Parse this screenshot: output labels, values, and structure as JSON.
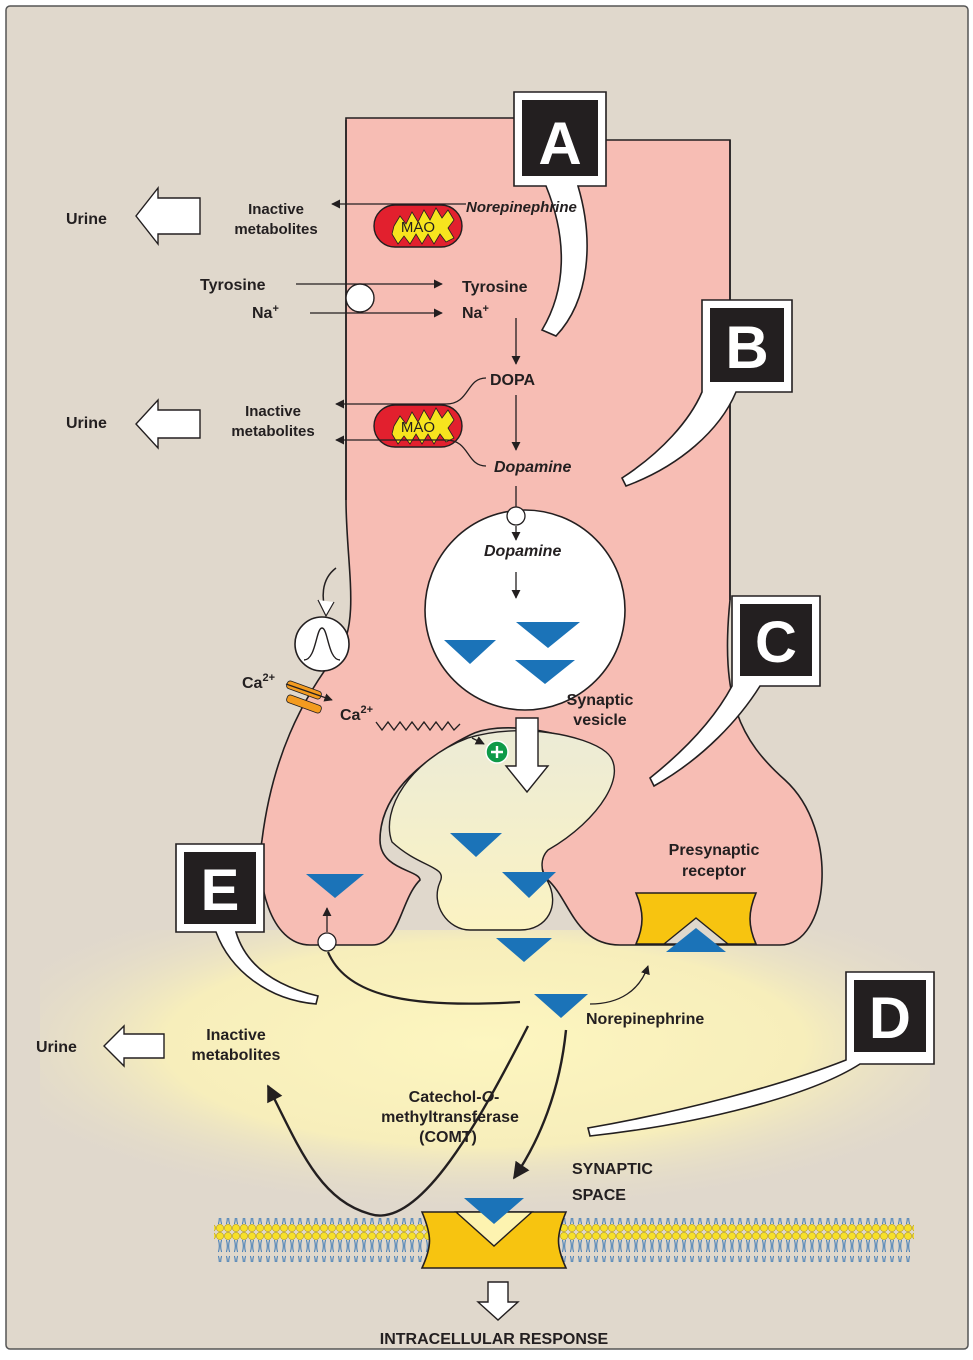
{
  "steps": [
    "A",
    "B",
    "C",
    "D",
    "E"
  ],
  "labels": {
    "urine": "Urine",
    "inactive_line1": "Inactive",
    "inactive_line2": "metabolites",
    "norepinephrine_top": "Norepinephrine",
    "mao": "MAO",
    "tyrosine": "Tyrosine",
    "na": "Na",
    "plus_sup": "+",
    "dopa": "DOPA",
    "dopamine": "Dopamine",
    "ca": "Ca",
    "ca_sup": "2+",
    "synaptic_vesicle_1": "Synaptic",
    "synaptic_vesicle_2": "vesicle",
    "presynaptic_1": "Presynaptic",
    "presynaptic_2": "receptor",
    "norepinephrine": "Norepinephrine",
    "comt_1a": "Catechol-",
    "comt_1b": "O",
    "comt_1c": "-",
    "comt_2": "methyltransferase",
    "comt_3": "(COMT)",
    "synaptic_space_1": "SYNAPTIC",
    "synaptic_space_2": "SPACE",
    "intracellular": "INTRACELLULAR RESPONSE"
  },
  "colors": {
    "background": "#e0d8cc",
    "neuron": "#f7bdb4",
    "cleft_glow": "#fdf3b0",
    "transmitter": "#1b73b8",
    "receptor": "#f7c410",
    "mao_fill": "#e2202e",
    "mao_text": "#f7e41e",
    "activator": "#0f9a48",
    "calcium_channel": "#f39b1f",
    "membrane_head": "#f7e02a",
    "membrane_tail": "#3b78b5"
  }
}
